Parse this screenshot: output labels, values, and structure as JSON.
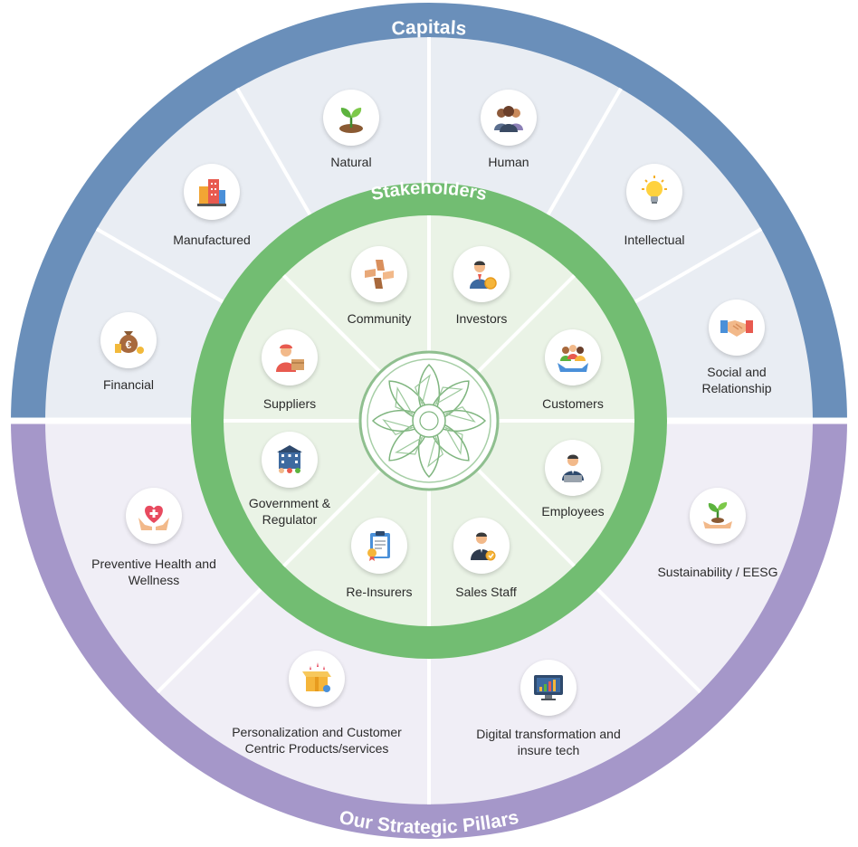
{
  "rings": {
    "capitals_title": "Capitals",
    "stakeholders_title": "Stakeholders",
    "pillars_title": "Our Strategic Pillars"
  },
  "colors": {
    "capitals_ring": "#a597c9",
    "pillars_ring": "#6a8fba",
    "stakeholder_ring": "#72bd72",
    "capital_fill": "#f0eef6",
    "pillar_fill": "#e9edf3",
    "stakeholder_fill": "#eaf3e6"
  },
  "capitals": [
    {
      "label": "Natural",
      "icon": "plant-sprout-icon"
    },
    {
      "label": "Human",
      "icon": "people-group-icon"
    },
    {
      "label": "Manufactured",
      "icon": "buildings-icon"
    },
    {
      "label": "Intellectual",
      "icon": "lightbulb-icon"
    },
    {
      "label": "Financial",
      "icon": "money-bag-icon"
    },
    {
      "label": "Social and Relationship",
      "icon": "handshake-icon"
    }
  ],
  "pillars": [
    {
      "label": "Preventive Health and Wellness",
      "icon": "heart-hands-icon"
    },
    {
      "label": "Sustainability / EESG",
      "icon": "plant-in-hand-icon"
    },
    {
      "label": "Personalization and Customer Centric Products/services",
      "icon": "gift-box-icon"
    },
    {
      "label": "Digital transformation and insure tech",
      "icon": "monitor-chart-icon"
    }
  ],
  "stakeholders": [
    {
      "label": "Community",
      "icon": "joined-hands-icon"
    },
    {
      "label": "Investors",
      "icon": "investor-coin-icon"
    },
    {
      "label": "Suppliers",
      "icon": "delivery-person-icon"
    },
    {
      "label": "Customers",
      "icon": "customers-hand-icon"
    },
    {
      "label": "Government & Regulator",
      "icon": "government-building-icon"
    },
    {
      "label": "Employees",
      "icon": "employee-laptop-icon"
    },
    {
      "label": "Re-Insurers",
      "icon": "clipboard-badge-icon"
    },
    {
      "label": "Sales Staff",
      "icon": "salesperson-icon"
    }
  ],
  "center": {
    "icon": "mandala-logo-icon"
  }
}
